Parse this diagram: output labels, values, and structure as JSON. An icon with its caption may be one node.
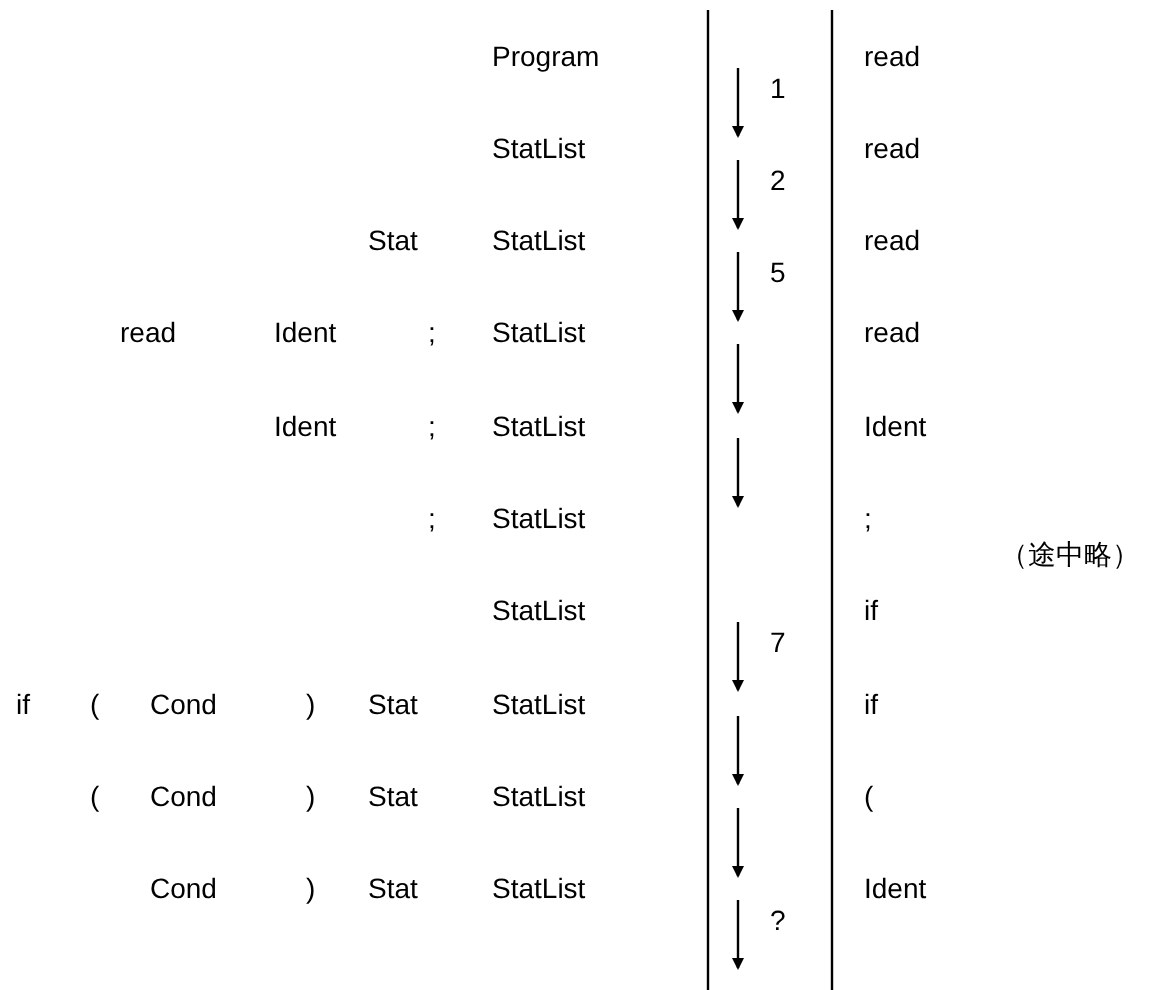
{
  "diagram": {
    "labels": [
      "Program",
      "read",
      "1",
      "StatList",
      "read",
      "2",
      "Stat",
      "StatList",
      "read",
      "5",
      "read",
      "Ident",
      ";",
      "StatList",
      "read",
      "Ident",
      ";",
      "StatList",
      "Ident",
      ";",
      "StatList",
      ";",
      "（途中略）",
      "StatList",
      "if",
      "7",
      "if",
      "(",
      "Cond",
      ")",
      "Stat",
      "StatList",
      "if",
      "(",
      "Cond",
      ")",
      "Stat",
      "StatList",
      "(",
      "Cond",
      ")",
      "Stat",
      "StatList",
      "Ident",
      "?"
    ]
  }
}
